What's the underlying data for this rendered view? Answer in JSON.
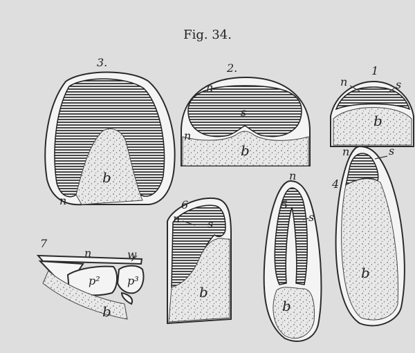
{
  "figure": {
    "caption": "Fig. 34.",
    "panels": [
      {
        "number": "3.",
        "labels": {
          "n": "n",
          "b": "b"
        }
      },
      {
        "number": "2.",
        "labels": {
          "n_top": "n",
          "s": "s",
          "n_side": "n",
          "b": "b"
        }
      },
      {
        "number": "1",
        "labels": {
          "n": "n",
          "s": "s",
          "b": "b"
        }
      },
      {
        "number": "4",
        "labels": {
          "n": "n",
          "s": "s",
          "b": "b"
        }
      },
      {
        "number": "5",
        "labels": {
          "n": "n",
          "s": "s",
          "b": "b"
        }
      },
      {
        "number": "6",
        "labels": {
          "n": "n",
          "s": "s",
          "b": "b"
        }
      },
      {
        "number": "7",
        "labels": {
          "n": "n",
          "w": "w",
          "p2": "p²",
          "p3": "p³",
          "b": "b"
        }
      }
    ]
  }
}
